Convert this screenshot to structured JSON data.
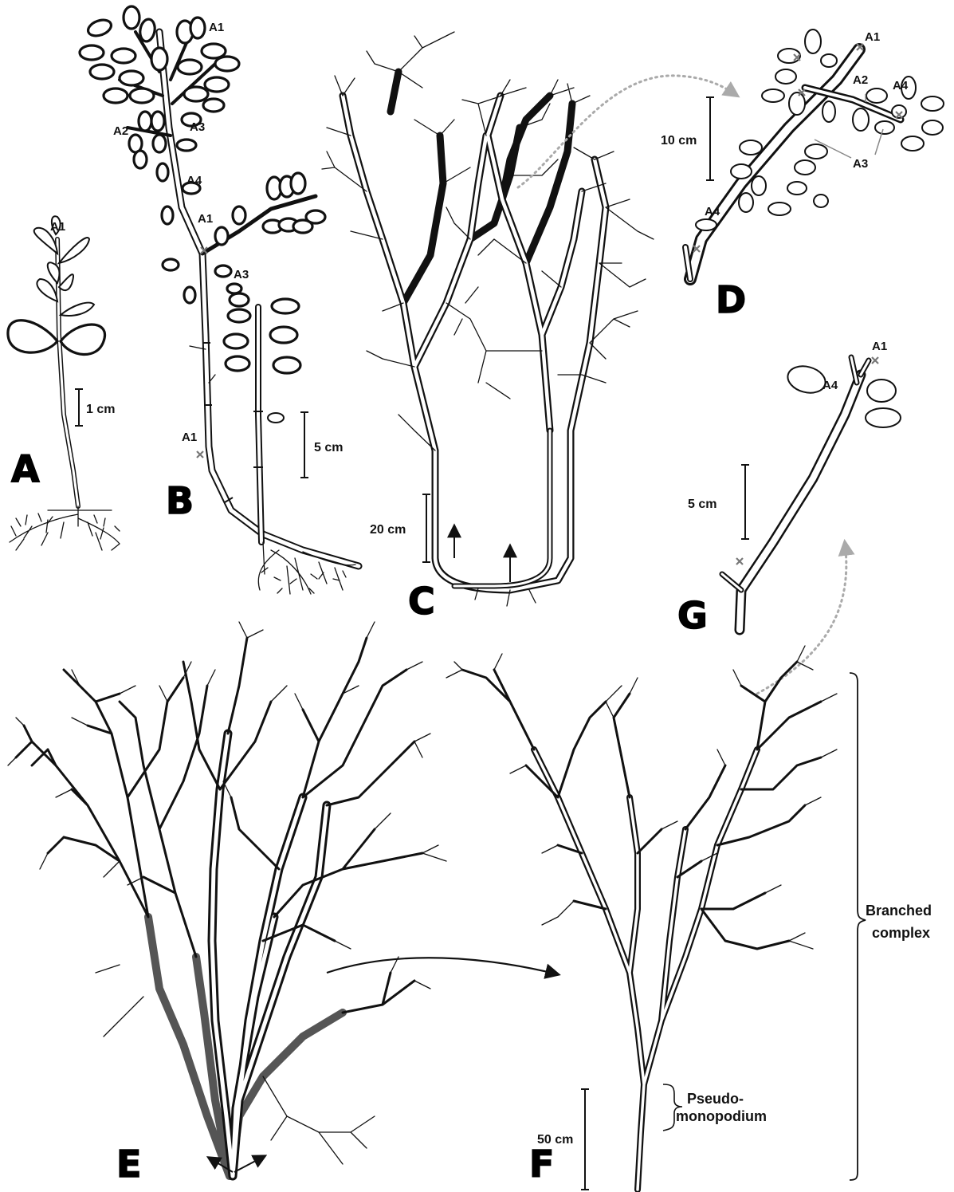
{
  "panels": [
    "A",
    "B",
    "C",
    "D",
    "E",
    "F",
    "G"
  ],
  "axis_labels": {
    "a_a1": "A1",
    "b_a1_top": "A1",
    "b_a2": "A2",
    "b_a3_top": "A3",
    "b_a4": "A4",
    "b_a1_mid": "A1",
    "b_a3_mid": "A3",
    "b_a1_low": "A1",
    "d_a1": "A1",
    "d_a2": "A2",
    "d_a4_top": "A4",
    "d_a3": "A3",
    "d_a4_low": "A4",
    "g_a1": "A1",
    "g_a4": "A4"
  },
  "scales": {
    "a": "1 cm",
    "b": "5 cm",
    "c": "20 cm",
    "d": "10 cm",
    "g": "5 cm",
    "f": "50 cm"
  },
  "annotations": {
    "pseudo_line1": "Pseudo-",
    "pseudo_line2": "monopodium",
    "branched_line1": "Branched",
    "branched_line2": "complex"
  },
  "colors": {
    "ink": "#111111",
    "scar_mark": "#777777",
    "arrow_dotted": "#aaaaaa",
    "gray_axis": "#666666"
  }
}
